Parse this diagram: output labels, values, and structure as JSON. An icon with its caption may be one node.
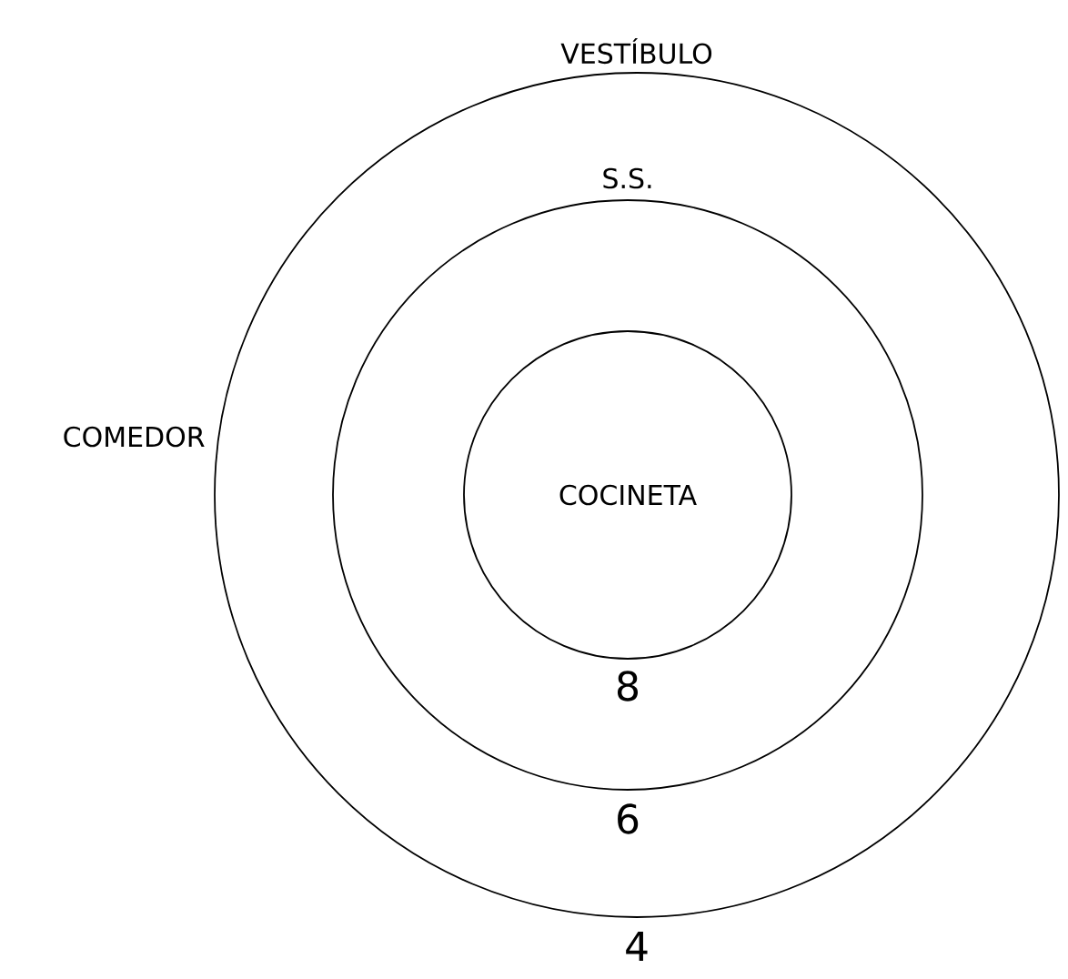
{
  "diagram": {
    "nodes": [
      {
        "text": [
          "VESTÍBULO",
          "COMEDOR",
          "4"
        ]
      },
      {
        "text": [
          "S.S.",
          "6"
        ],
        "in": 0
      },
      {
        "text": [
          "COCINETA",
          "8"
        ],
        "in": 1
      }
    ]
  }
}
